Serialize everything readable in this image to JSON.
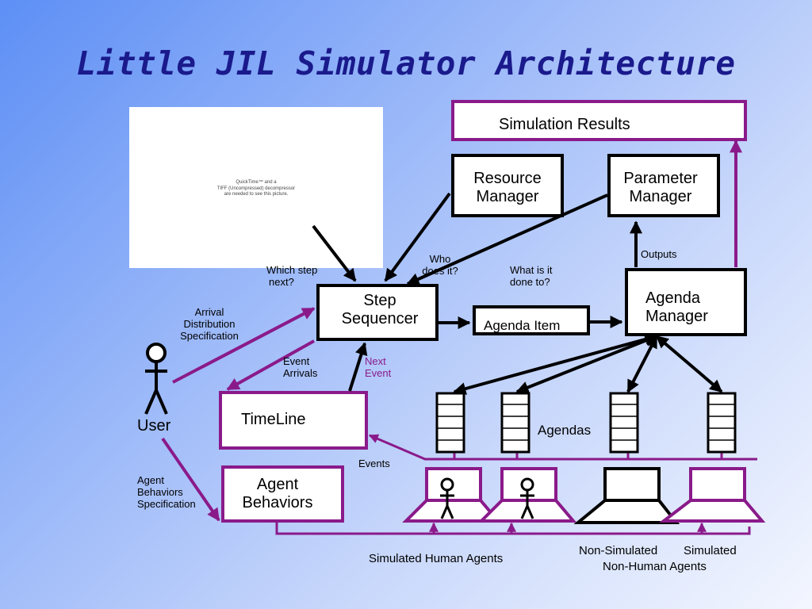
{
  "title": "Little JIL Simulator Architecture",
  "placeholder_image": {
    "lines": [
      "QuickTime™ and a",
      "TIFF (Uncompressed) decompressor",
      "are needed to see this picture."
    ]
  },
  "boxes": {
    "simulation_results": "Simulation Results",
    "resource_manager": [
      "Resource",
      "Manager"
    ],
    "parameter_manager": [
      "Parameter",
      "Manager"
    ],
    "step_sequencer": [
      "Step",
      "Sequencer"
    ],
    "agenda_item": "Agenda Item",
    "agenda_manager": [
      "Agenda",
      "Manager"
    ],
    "timeline": "TimeLine",
    "agent_behaviors": [
      "Agent",
      "Behaviors"
    ]
  },
  "labels": {
    "which_step": [
      "Which step",
      "next?"
    ],
    "who_does_it": [
      "Who",
      "does it?"
    ],
    "what_is_it": [
      "What is it",
      "done to?"
    ],
    "outputs": "Outputs",
    "arrival": [
      "Arrival",
      "Distribution",
      "Specification"
    ],
    "event_arrivals": [
      "Event",
      "Arrivals"
    ],
    "next_event": [
      "Next",
      "Event"
    ],
    "user": "User",
    "agendas": "Agendas",
    "events": "Events",
    "agent_behaviors_spec": [
      "Agent",
      "Behaviors",
      "Specification"
    ],
    "simulated_human_agents": "Simulated Human Agents",
    "non_simulated": "Non-Simulated",
    "simulated": "Simulated",
    "non_human_agents": "Non-Human Agents"
  },
  "colors": {
    "title": "#1a1a8c",
    "black_connector": "#000000",
    "purple_connector": "#8a1a8a",
    "background_start": "#5d8ff5",
    "background_end": "#f3f6fe"
  }
}
